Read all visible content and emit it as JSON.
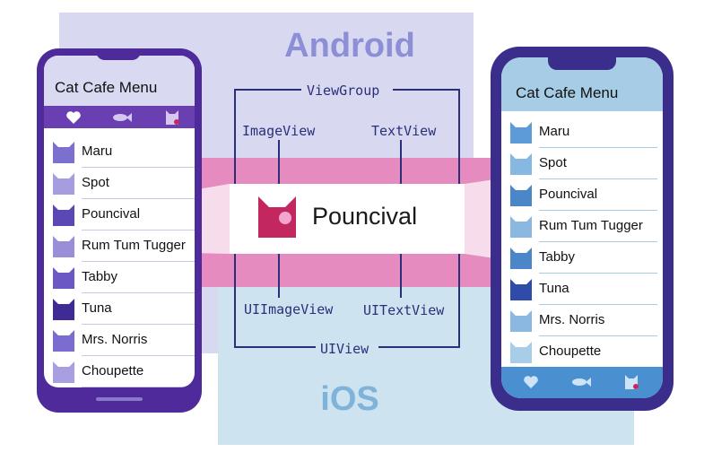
{
  "platforms": {
    "android": "Android",
    "ios": "iOS"
  },
  "diagram": {
    "viewgroup": "ViewGroup",
    "imageview": "ImageView",
    "textview": "TextView",
    "uiimageview": "UIImageView",
    "uitextview": "UITextView",
    "uiview": "UIView",
    "center_name": "Pouncival"
  },
  "android_app": {
    "title": "Cat Cafe Menu",
    "tabs": [
      "heart-icon",
      "fish-icon",
      "cat-icon"
    ],
    "cats": [
      "Maru",
      "Spot",
      "Pouncival",
      "Rum Tum Tugger",
      "Tabby",
      "Tuna",
      "Mrs. Norris",
      "Choupette"
    ]
  },
  "ios_app": {
    "title": "Cat Cafe Menu",
    "tabs": [
      "heart-icon",
      "fish-icon",
      "cat-icon"
    ],
    "cats": [
      "Maru",
      "Spot",
      "Pouncival",
      "Rum Tum Tugger",
      "Tabby",
      "Tuna",
      "Mrs. Norris",
      "Choupette"
    ]
  },
  "colors": {
    "android_bg": "#d8d9f1",
    "ios_bg": "#cde3f0",
    "band": "#e68bc0",
    "android_accent": "#6a3fb2",
    "ios_accent": "#4a8fd0",
    "pouncival_icon": "#c2275f"
  }
}
